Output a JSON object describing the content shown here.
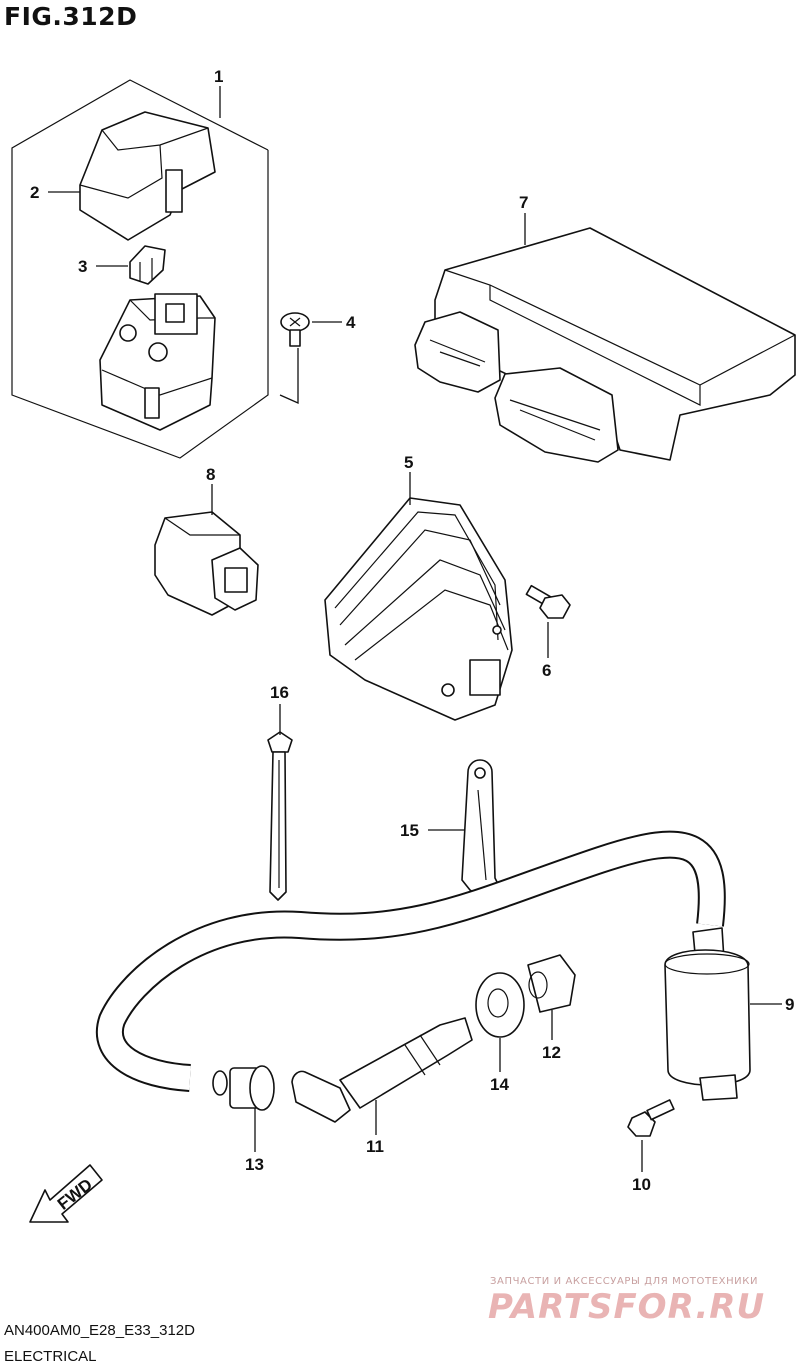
{
  "figure": {
    "title": "FIG.312D"
  },
  "callouts": [
    "1",
    "2",
    "3",
    "4",
    "5",
    "6",
    "7",
    "8",
    "9",
    "10",
    "11",
    "12",
    "13",
    "14",
    "15",
    "16"
  ],
  "arrow_label": "FWD",
  "footer": {
    "code": "AN400AM0_E28_E33_312D",
    "description": "ELECTRICAL"
  },
  "watermark": {
    "subtitle": "ЗАПЧАСТИ И АКСЕССУАРЫ ДЛЯ МОТОТЕХНИКИ",
    "brand": "PARTSFOR.RU"
  }
}
